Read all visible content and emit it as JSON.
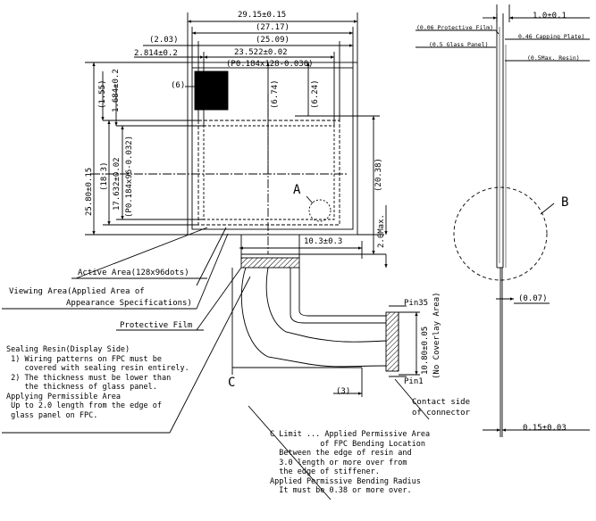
{
  "dims": {
    "width_total": "29.15±0.15",
    "d27_17": "(27.17)",
    "d2_03": "(2.03)",
    "d25_09": "(25.09)",
    "d2_814": "2.814±0.2",
    "d23_522": "23.522±0.02",
    "pitch_h": "(P0.184x128-0.030)",
    "d1_55": "(1.55)",
    "d1_684": "1.684±0.2",
    "d6_74": "(6.74)",
    "d6_24": "(6.24)",
    "height_total": "25.80±0.15",
    "d18_3": "(18.3)",
    "d17_632": "17.632±0.02",
    "pitch_v": "(P0.184x96-0.032)",
    "d20_38": "(20.38)",
    "d2_0max": "2.0Max.",
    "d10_3": "10.3±0.3",
    "d3": "(3)",
    "d10_80": "10.80±0.05",
    "no_overlay": "(No Coverlay Area)",
    "d1_0": "1.0±0.1",
    "d0_07": "(0.07)",
    "d0_15": "0.15±0.03"
  },
  "markers": {
    "six": "(6)",
    "A": "A",
    "B": "B",
    "C": "C",
    "pin35": "Pin35",
    "pin1": "Pin1"
  },
  "labels": {
    "active_area": "Active Area(128x96dots)",
    "viewing_area_1": "Viewing Area(Applied Area of",
    "viewing_area_2": "Appearance Specifications)",
    "protective_film": "Protective Film",
    "contact_side_1": "Contact side",
    "contact_side_2": "of connector"
  },
  "side_labels": {
    "protective_film": "(0.06 Protective Film)",
    "capping_plate": "0.46 Capping Plate)",
    "glass_panel": "(0.5 Glass Panel)",
    "resin": "(0.5Max. Resin)"
  },
  "notes": {
    "sealing": "Sealing Resin(Display Side)\n 1) Wiring patterns on FPC must be\n    covered with sealing resin entirely.\n 2) The thickness must be lower than\n    the thickness of glass panel.\nApplying Permissible Area\n Up to 2.0 length from the edge of\n glass panel on FPC.",
    "climit": "C Limit ... Applied Permissive Area\n           of FPC Bending Location\n  Between the edge of resin and\n  3.0 length or more over from\n  the edge of stiffener.\nApplied Permissive Bending Radius\n  It must be 0.38 or more over."
  }
}
